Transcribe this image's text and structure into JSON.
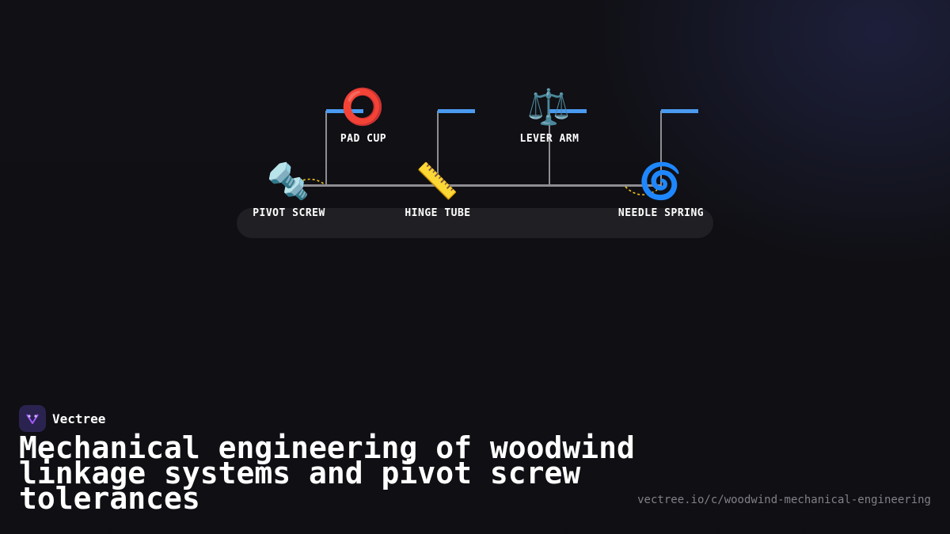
{
  "diagram": {
    "nodes": [
      {
        "label": "PIVOT SCREW",
        "icon": "🔩",
        "icon_name": "screw-icon"
      },
      {
        "label": "PAD CUP",
        "icon": "⭕",
        "icon_name": "circle-icon"
      },
      {
        "label": "HINGE TUBE",
        "icon": "📏",
        "icon_name": "ruler-icon"
      },
      {
        "label": "LEVER ARM",
        "icon": "⚖️",
        "icon_name": "scales-icon"
      },
      {
        "label": "NEEDLE SPRING",
        "icon": "🌀",
        "icon_name": "spiral-icon"
      }
    ],
    "colors": {
      "rod": "#8d8d92",
      "key": "#4a9af0",
      "dashed_link": "#f5c518",
      "plate": "#202024"
    }
  },
  "brand": {
    "name": "Vectree",
    "logo_color": "#2a2350",
    "accent": "#a259ff"
  },
  "title": "Mechanical engineering of woodwind linkage systems and pivot screw tolerances",
  "url": "vectree.io/c/woodwind-mechanical-engineering"
}
